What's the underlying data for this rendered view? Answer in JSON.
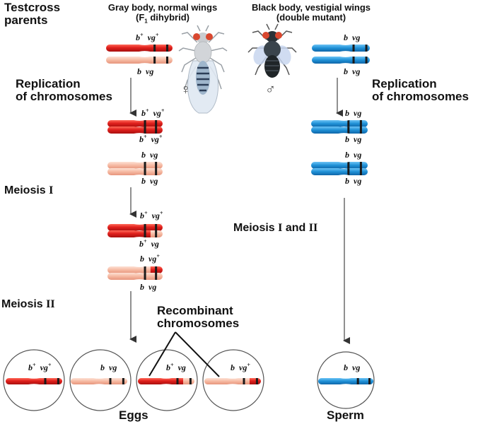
{
  "headers": {
    "testcross_parents": [
      "Testcross",
      "parents"
    ],
    "female_phenotype": [
      "Gray body, normal wings",
      "(F",
      "1",
      " dihybrid)"
    ],
    "male_phenotype": [
      "Black body, vestigial wings",
      "(double mutant)"
    ]
  },
  "steps": {
    "replication_left": [
      "Replication",
      "of chromosomes"
    ],
    "replication_right": [
      "Replication",
      "of chromosomes"
    ],
    "meiosis_1": [
      "Meiosis ",
      "I"
    ],
    "meiosis_2": [
      "Meiosis ",
      "II"
    ],
    "meiosis_1_and_2": [
      "Meiosis ",
      "I",
      " and ",
      "II"
    ]
  },
  "symbols": {
    "female": "♀",
    "male": "♂"
  },
  "annotations": {
    "recombinant": [
      "Recombinant",
      "chromosomes"
    ]
  },
  "footers": {
    "eggs": "Eggs",
    "sperm": "Sperm"
  },
  "colors": {
    "dominant_red": "#e02020",
    "recessive_pink": "#f4b9a4",
    "mutant_blue": "#1e90d6",
    "band": "#1a1a1a"
  },
  "alleles": {
    "b_plus": "b",
    "vg_plus": "vg",
    "b": "b",
    "vg": "vg",
    "plus": "+"
  },
  "egg_genotypes": [
    {
      "b": "b",
      "b_plus": true,
      "vg": "vg",
      "vg_plus": true,
      "type": "parental"
    },
    {
      "b": "b",
      "b_plus": false,
      "vg": "vg",
      "vg_plus": false,
      "type": "parental"
    },
    {
      "b": "b",
      "b_plus": true,
      "vg": "vg",
      "vg_plus": false,
      "type": "recombinant"
    },
    {
      "b": "b",
      "b_plus": false,
      "vg": "vg",
      "vg_plus": true,
      "type": "recombinant"
    }
  ],
  "sperm_genotype": {
    "b": "b",
    "vg": "vg"
  }
}
